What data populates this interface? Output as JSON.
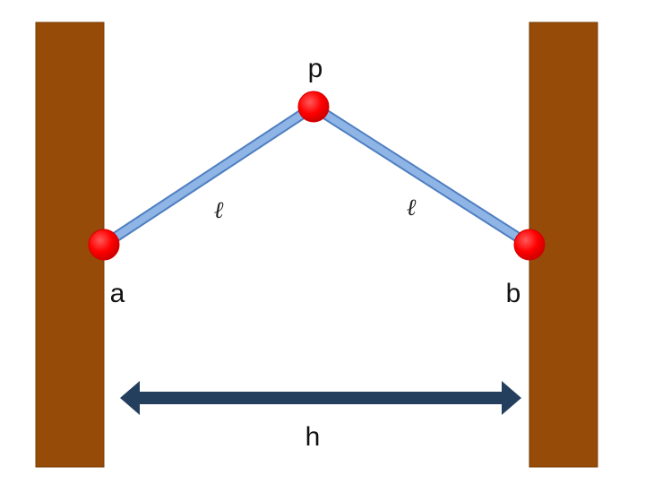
{
  "diagram": {
    "labels": {
      "top_point": "p",
      "left_point": "a",
      "right_point": "b",
      "left_segment": "ℓ",
      "right_segment": "ℓ",
      "distance": "h"
    },
    "colors": {
      "wall": "#964B09",
      "wall_edge": "#7a3c05",
      "rod_fill": "#7fa8dd",
      "rod_edge": "#4f7fc0",
      "point": "#ff0000",
      "point_edge": "#d40000",
      "arrow": "#243f5e"
    }
  }
}
